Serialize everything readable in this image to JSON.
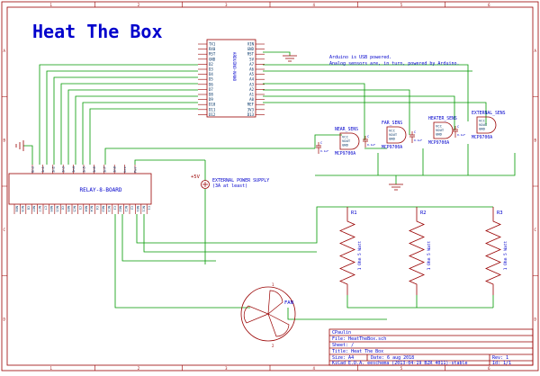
{
  "title": "Heat The Box",
  "note_lines": [
    "Arduino is USB powered.",
    "Analog sensors are, in turn, powered by Arduino."
  ],
  "arduino": {
    "ref": "ARDUINO-NANO",
    "left_pins": [
      "TX1",
      "RX0",
      "RST",
      "GND",
      "D2",
      "D3",
      "D4",
      "D5",
      "D6",
      "D7",
      "D8",
      "D9",
      "D10",
      "D11",
      "D12"
    ],
    "right_pins": [
      "VIN",
      "GND",
      "RST",
      "5V",
      "A7",
      "A6",
      "A5",
      "A4",
      "A3",
      "A2",
      "A1",
      "A0",
      "REF",
      "3V3",
      "D13"
    ]
  },
  "sensors": [
    {
      "name": "NEAR_SENS",
      "part": "MCP9700A",
      "pins": [
        "VCC",
        "VOUT",
        "GND"
      ]
    },
    {
      "name": "FAR_SENS",
      "part": "MCP9700A",
      "pins": [
        "VCC",
        "VOUT",
        "GND"
      ]
    },
    {
      "name": "HEATER_SENS",
      "part": "MCP9700A",
      "pins": [
        "VCC",
        "VOUT",
        "GND"
      ]
    },
    {
      "name": "EXTERNAL_SENS",
      "part": "MCP9700A",
      "pins": [
        "VCC",
        "VOUT",
        "GND"
      ]
    }
  ],
  "cap_label": "C",
  "cap_value": "0.1uF",
  "relay": {
    "ref": "RELAY-8-BOARD",
    "top_pins": [
      "Gnd",
      "In1",
      "In2",
      "In3",
      "In4",
      "In5",
      "In6",
      "In7",
      "In8",
      "Vcc",
      "Pwr"
    ],
    "bottom_pins": [
      "NO8",
      "NC8",
      "C8",
      "NO7",
      "NC7",
      "C7",
      "NO6",
      "NC6",
      "C6",
      "NO5",
      "NC5",
      "C5",
      "NO4",
      "NC4",
      "C4",
      "NO3",
      "NC3",
      "C3",
      "NO2",
      "NC2",
      "C2",
      "NO1",
      "NC1",
      "C1"
    ]
  },
  "power": {
    "voltage": "+5V",
    "label_line1": "EXTERNAL POWER SUPPLY",
    "label_line2": "(3A at least)"
  },
  "resistors": [
    {
      "ref": "R1",
      "value": "1 Ohm  5 Watt"
    },
    {
      "ref": "R2",
      "value": "1 Ohm  5 Watt"
    },
    {
      "ref": "R3",
      "value": "1 Ohm  5 Watt"
    }
  ],
  "fan": {
    "label": "FAN",
    "pin1": "1",
    "pin2": "2"
  },
  "border": {
    "columns": [
      "1",
      "2",
      "3",
      "4",
      "5",
      "6"
    ],
    "rows": [
      "A",
      "B",
      "C",
      "D"
    ]
  },
  "title_block": {
    "file_label": "CPaulin",
    "file": "File: HeatTheBox.sch",
    "sheet": "Sheet: /",
    "title": "Title: Heat The Box",
    "size": "Size: A4",
    "date": "Date: 6 aug 2018",
    "rev": "Rev: 1",
    "tool": "KiCad E.D.A.  eeschema (2013-04-19 BZR 4011)-stable",
    "id": "Id: 1/1"
  },
  "colors": {
    "wire": "#009900",
    "component": "#990000",
    "text": "#006699",
    "border": "#990000",
    "title": "#0000cc",
    "pin_text": "#003366",
    "label": "#0000cc"
  }
}
